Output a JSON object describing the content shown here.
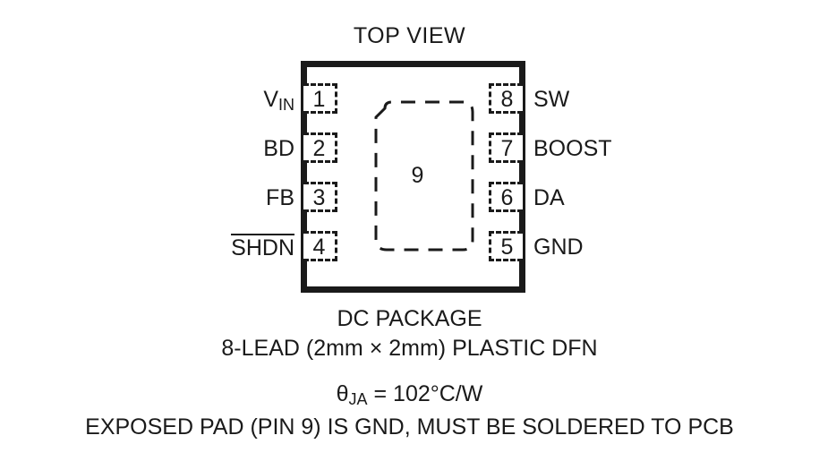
{
  "title": "TOP VIEW",
  "package": {
    "pad": {
      "number": "9"
    },
    "pins_left": [
      {
        "number": "1",
        "label": "V",
        "sub": "IN",
        "overbar": false
      },
      {
        "number": "2",
        "label": "BD",
        "sub": "",
        "overbar": false
      },
      {
        "number": "3",
        "label": "FB",
        "sub": "",
        "overbar": false
      },
      {
        "number": "4",
        "label": "SHDN",
        "sub": "",
        "overbar": true
      }
    ],
    "pins_right": [
      {
        "number": "8",
        "label": "SW"
      },
      {
        "number": "7",
        "label": "BOOST"
      },
      {
        "number": "6",
        "label": "DA"
      },
      {
        "number": "5",
        "label": "GND"
      }
    ]
  },
  "captions": {
    "package_name": "DC PACKAGE",
    "package_desc": "8-LEAD (2mm × 2mm) PLASTIC DFN",
    "theta_symbol": "θ",
    "theta_sub": "JA",
    "theta_value": "= 102°C/W",
    "exposed_pad_note": "EXPOSED PAD (PIN 9) IS GND, MUST BE SOLDERED TO PCB"
  },
  "colors": {
    "ink": "#1a1a1a",
    "background": "#ffffff"
  }
}
